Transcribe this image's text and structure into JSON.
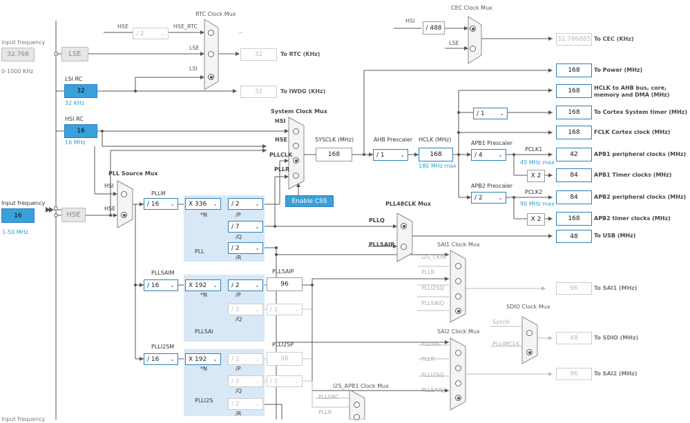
{
  "left": {
    "input_freq_label_top": "Input frequency",
    "lse_input_value": "32.768",
    "lse_range": "0-1000 KHz",
    "lse_label": "LSE",
    "lsi_rc_label": "LSI RC",
    "lsi_value": "32",
    "lsi_khz": "32 KHz",
    "hsi_rc_label": "HSI RC",
    "hsi_value": "16",
    "hsi_mhz": "16 MHz",
    "input_freq_label_mid": "Input frequency",
    "hse_input_value": "16",
    "hse_range": "1-50 MHz",
    "hse_label": "HSE",
    "input_freq_label_bottom": "Input frequency"
  },
  "rtc": {
    "title": "RTC Clock Mux",
    "hse_label": "HSE",
    "div_value": "/ 2",
    "hse_rtc_label": "HSE_RTC",
    "lse_label": "LSE",
    "lsi_label": "LSI",
    "rtc_value": "32",
    "rtc_label": "To RTC (KHz)",
    "iwdg_value": "32",
    "iwdg_label": "To IWDG (KHz)"
  },
  "cec": {
    "title": "CEC Clock Mux",
    "hsi_label": "HSI",
    "div_value": "/ 488",
    "lse_label": "LSE",
    "out_value": "32.786885",
    "out_label": "To CEC (KHz)"
  },
  "pll_source": {
    "title": "PLL Source Mux",
    "hsi_label": "HSI",
    "hse_label": "HSE"
  },
  "sysmux": {
    "title": "System Clock Mux",
    "hsi": "HSI",
    "hse": "HSE",
    "pllclk": "PLLCLK",
    "pllr": "PLLR",
    "enable_css": "Enable CSS"
  },
  "sysclk": {
    "label": "SYSCLK (MHz)",
    "value": "168",
    "ahb_label": "AHB Prescaler",
    "ahb_value": "/ 1",
    "hclk_label": "HCLK (MHz)",
    "hclk_value": "168",
    "hclk_max": "180 MHz max"
  },
  "pll": {
    "pllm_label": "PLLM",
    "pllm_value": "/ 16",
    "n_value": "X 336",
    "n_label": "*N",
    "p_value": "/ 2",
    "p_label": "/P",
    "q_value": "/ 7",
    "q_label": "/Q",
    "r_value": "/ 2",
    "r_label": "/R",
    "name": "PLL"
  },
  "pllsai": {
    "m_label": "PLLSAIM",
    "m_value": "/ 16",
    "n_value": "X 192",
    "n_label": "*N",
    "p_value": "/ 2",
    "p_label": "/P",
    "p_out_label": "PLLSAIP",
    "p_out_value": "96",
    "q_value": "/ 2",
    "q_label": "/Q",
    "q2_value": "/ 1",
    "name": "PLLSAI"
  },
  "plli2s": {
    "m_label": "PLLI2SM",
    "m_value": "/ 16",
    "n_value": "X 192",
    "n_label": "*N",
    "p_value": "/ 2",
    "p_label": "/P",
    "p_out_label": "PLLI2SP",
    "p_out_value": "96",
    "q_value": "/ 2",
    "q_label": "/Q",
    "q2_value": "/ 1",
    "r_value": "/ 2",
    "r_label": "/R",
    "name": "PLLI2S"
  },
  "pll48": {
    "title": "PLL48CLK Mux",
    "pllq": "PLLQ",
    "pllsaip": "PLLSAIP",
    "usb_value": "48",
    "usb_label": "To USB (MHz)"
  },
  "outputs": {
    "power_value": "168",
    "power_label": "To Power (MHz)",
    "ahb_value": "168",
    "ahb_label_1": "HCLK to AHB bus, core,",
    "ahb_label_2": "memory and DMA (MHz)",
    "systick_div": "/ 1",
    "systick_value": "168",
    "systick_label": "To Cortex System timer (MHz)",
    "fclk_value": "168",
    "fclk_label": "FCLK Cortex clock (MHz)",
    "apb1_label": "APB1 Prescaler",
    "apb1_value": "/ 4",
    "pclk1_label": "PCLK1",
    "pclk1_max": "45 MHz max",
    "apb1_periph_value": "42",
    "apb1_periph_label": "APB1 peripheral clocks (MHz)",
    "apb1_x2": "X 2",
    "apb1_timer_value": "84",
    "apb1_timer_label": "APB1 Timer clocks (MHz)",
    "apb2_label": "APB2 Prescaler",
    "apb2_value": "/ 2",
    "pclk2_label": "PCLK2",
    "pclk2_max": "90 MHz max",
    "apb2_periph_value": "84",
    "apb2_periph_label": "APB2 peripheral clocks (MHz)",
    "apb2_x2": "X 2",
    "apb2_timer_value": "168",
    "apb2_timer_label": "APB2 timer clocks (MHz)"
  },
  "sai1": {
    "title": "SAI1 Clock Mux",
    "in1": "I2S_CKIN",
    "in2": "PLLR",
    "in3": "PLLI2SQ",
    "in4": "PLLSAIQ",
    "out_value": "96",
    "out_label": "To SAI1 (MHz)"
  },
  "sdio": {
    "title": "SDIO Clock Mux",
    "in1": "Sysclk",
    "in2": "PLL48CLK",
    "out_value": "48",
    "out_label": "To SDIO (MHz)"
  },
  "sai2": {
    "title": "SAI2 Clock Mux",
    "in1": "PLLSRC",
    "in2": "PLLR",
    "in3": "PLLI2SQ",
    "in4": "PLLSAIQ",
    "out_value": "96",
    "out_label": "To SAI2 (MHz)"
  },
  "i2s_apb1": {
    "title": "I2S_APB1 Clock Mux",
    "in1": "PLLSRC",
    "in2": "PLLR"
  }
}
